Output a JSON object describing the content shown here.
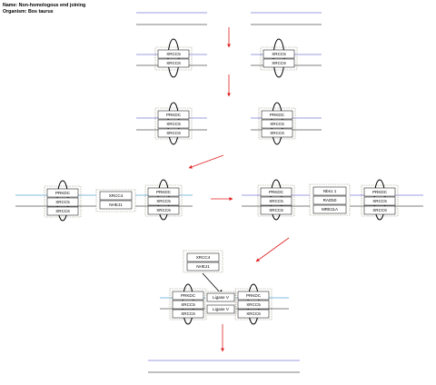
{
  "header": {
    "name_line": "Name: Non-homologous end joining",
    "organism_line": "Organism: Bos taurus"
  },
  "proteins": {
    "prkdc": "PRKDC",
    "xrcc5": "XRCC5",
    "xrcc6": "XRCC6",
    "xrcc4": "XRCC4",
    "nhej1": "NHEJ1",
    "nbs1": "Nbs1 1",
    "rad50": "RAD50",
    "mre11a": "MRE11A",
    "lig4": "Ligase V"
  },
  "colors": {
    "strand_top": "#7b7bd8",
    "strand_bottom": "#555555",
    "strand_cyan": "#5aa8d8",
    "arrow": "#e02020",
    "dashed_box": "#a09a88"
  }
}
